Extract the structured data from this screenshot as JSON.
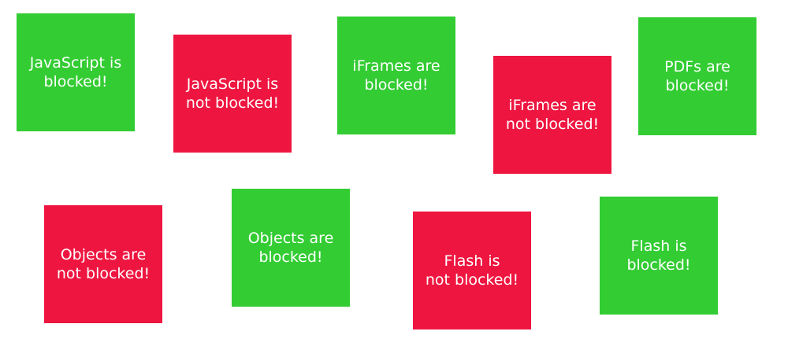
{
  "colors": {
    "blocked": "#33cc33",
    "not_blocked": "#ee1640",
    "text": "#ffffff"
  },
  "tiles": {
    "javascript_blocked": {
      "line1": "JavaScript is",
      "line2": "blocked!"
    },
    "javascript_not_blocked": {
      "line1": "JavaScript is",
      "line2": "not blocked!"
    },
    "iframes_blocked": {
      "line1": "iFrames are",
      "line2": "blocked!"
    },
    "iframes_not_blocked": {
      "line1": "iFrames are",
      "line2": "not blocked!"
    },
    "pdfs_blocked": {
      "line1": "PDFs are",
      "line2": "blocked!"
    },
    "objects_not_blocked": {
      "line1": "Objects are",
      "line2": "not blocked!"
    },
    "objects_blocked": {
      "line1": "Objects are",
      "line2": "blocked!"
    },
    "flash_not_blocked": {
      "line1": "Flash is",
      "line2": "not blocked!"
    },
    "flash_blocked": {
      "line1": "Flash is",
      "line2": "blocked!"
    }
  }
}
